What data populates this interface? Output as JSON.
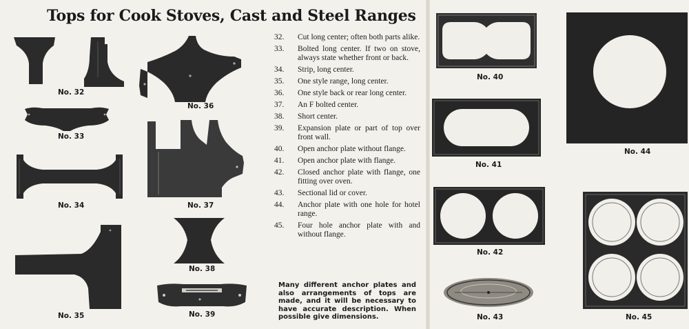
{
  "page": {
    "title": "Tops for Cook Stoves, Cast and Steel Ranges"
  },
  "colors": {
    "ink": "#1b1b1b",
    "paper": "#f3f1ec",
    "plate": "#2a2a2a"
  },
  "captions": {
    "n32": "No. 32",
    "n33": "No. 33",
    "n34": "No. 34",
    "n35": "No. 35",
    "n36": "No. 36",
    "n37": "No. 37",
    "n38": "No. 38",
    "n39": "No. 39",
    "n40": "No. 40",
    "n41": "No. 41",
    "n42": "No. 42",
    "n43": "No. 43",
    "n44": "No. 44",
    "n45": "No. 45"
  },
  "descriptions": [
    {
      "num": "32.",
      "text": "Cut long center; often both parts alike."
    },
    {
      "num": "33.",
      "text": "Bolted long center.  If two on stove, always state whether front or back."
    },
    {
      "num": "34.",
      "text": "Strip, long center."
    },
    {
      "num": "35.",
      "text": "One style range, long center."
    },
    {
      "num": "36.",
      "text": "One style back or rear long center."
    },
    {
      "num": "37.",
      "text": "An F bolted center."
    },
    {
      "num": "38.",
      "text": "Short center."
    },
    {
      "num": "39.",
      "text": "Expansion plate or part of top over front wall."
    },
    {
      "num": "40.",
      "text": "Open anchor plate without flange."
    },
    {
      "num": "41.",
      "text": "Open anchor plate with flange."
    },
    {
      "num": "42.",
      "text": "Closed anchor plate with flange, one fitting over oven."
    },
    {
      "num": "43.",
      "text": "Sectional lid or cover."
    },
    {
      "num": "44.",
      "text": "Anchor plate with one hole for hotel range."
    },
    {
      "num": "45.",
      "text": "Four hole anchor plate with and without flange."
    }
  ],
  "note": "Many different anchor plates and also arrangements of tops are made, and it will be necessary to have accurate description. When possible give dimensions."
}
